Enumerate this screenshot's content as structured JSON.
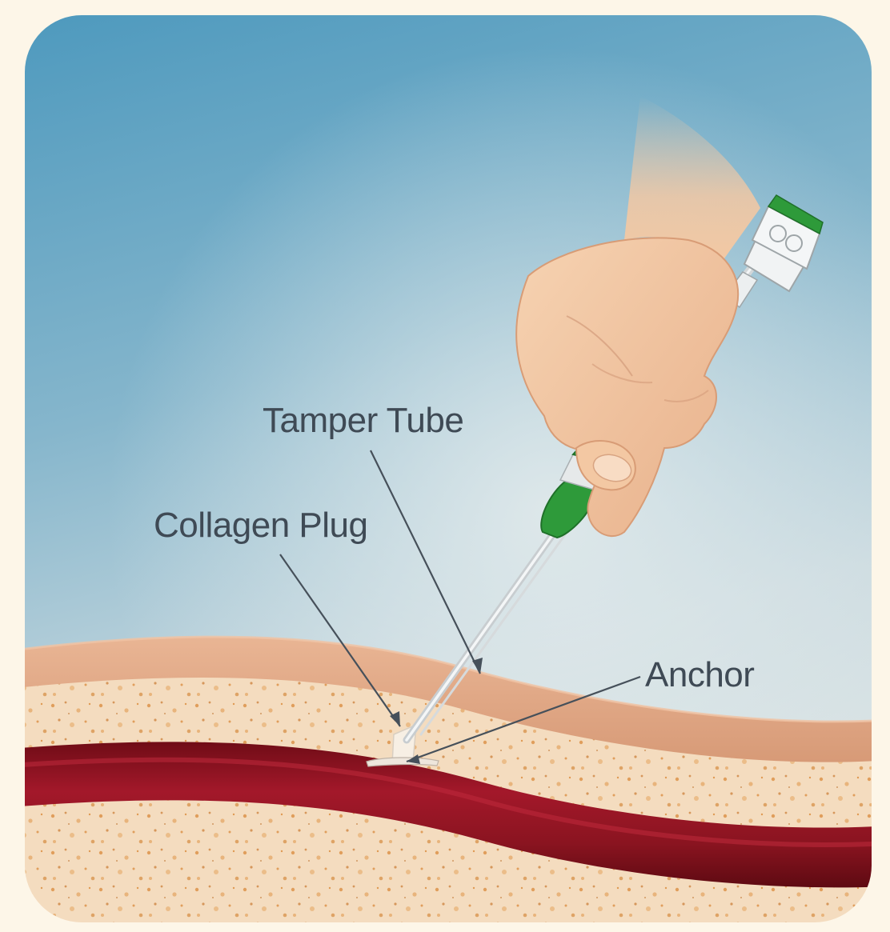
{
  "illustration": {
    "labels": {
      "tamper_tube": "Tamper Tube",
      "collagen_plug": "Collagen Plug",
      "anchor": "Anchor"
    },
    "colors": {
      "page_background": "#fdf6e8",
      "sky_top": "#4f9dc0",
      "sky_bottom": "#cfdde2",
      "skin_surface": "#e0a683",
      "subcutaneous_tissue": "#f4dcbf",
      "tissue_speckle": "#d9893a",
      "vessel": "#8a1420",
      "device_green": "#2e9a3a",
      "hand_skin": "#f3c8a3",
      "label_text": "#3f4a55"
    }
  }
}
